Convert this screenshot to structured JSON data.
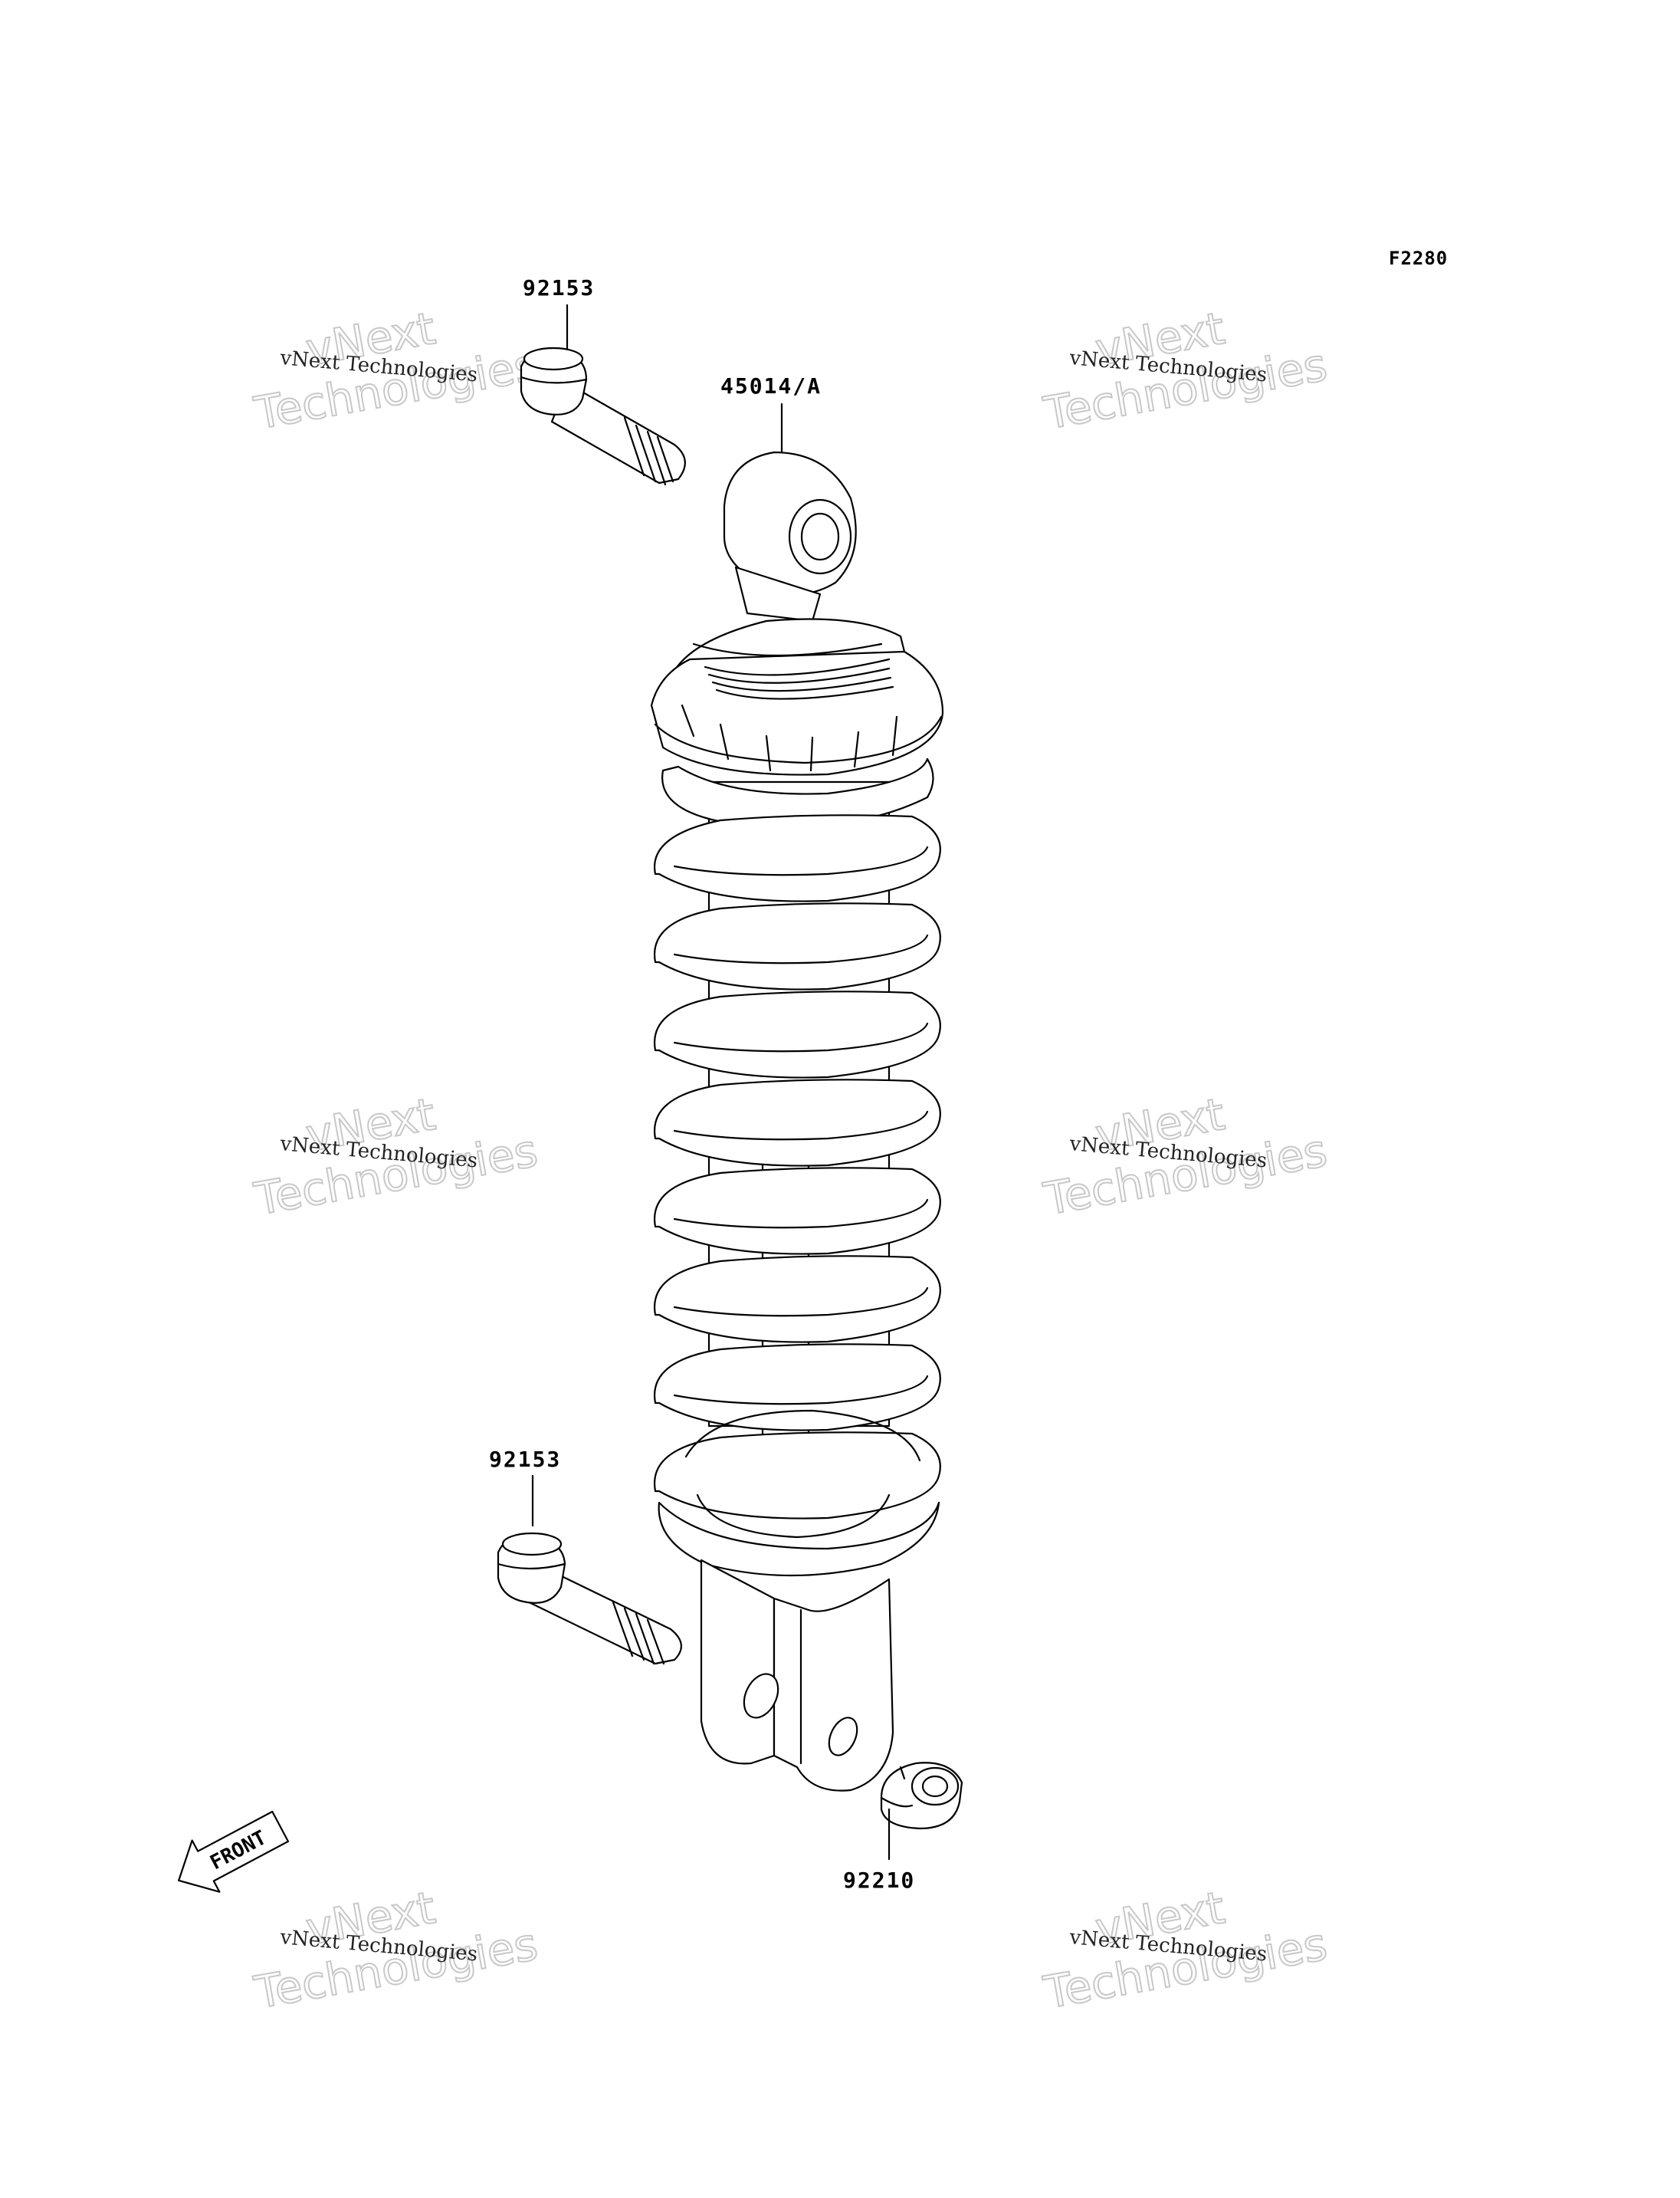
{
  "figure": {
    "code": "F2280"
  },
  "parts": {
    "upper_bolt": "92153",
    "shock_absorber": "45014/A",
    "lower_bolt": "92153",
    "nut": "92210"
  },
  "front_marker": {
    "text": "FRONT"
  },
  "watermark": {
    "line1": "vNext Technologies",
    "line2": "vNext",
    "line3": "Technologies"
  }
}
